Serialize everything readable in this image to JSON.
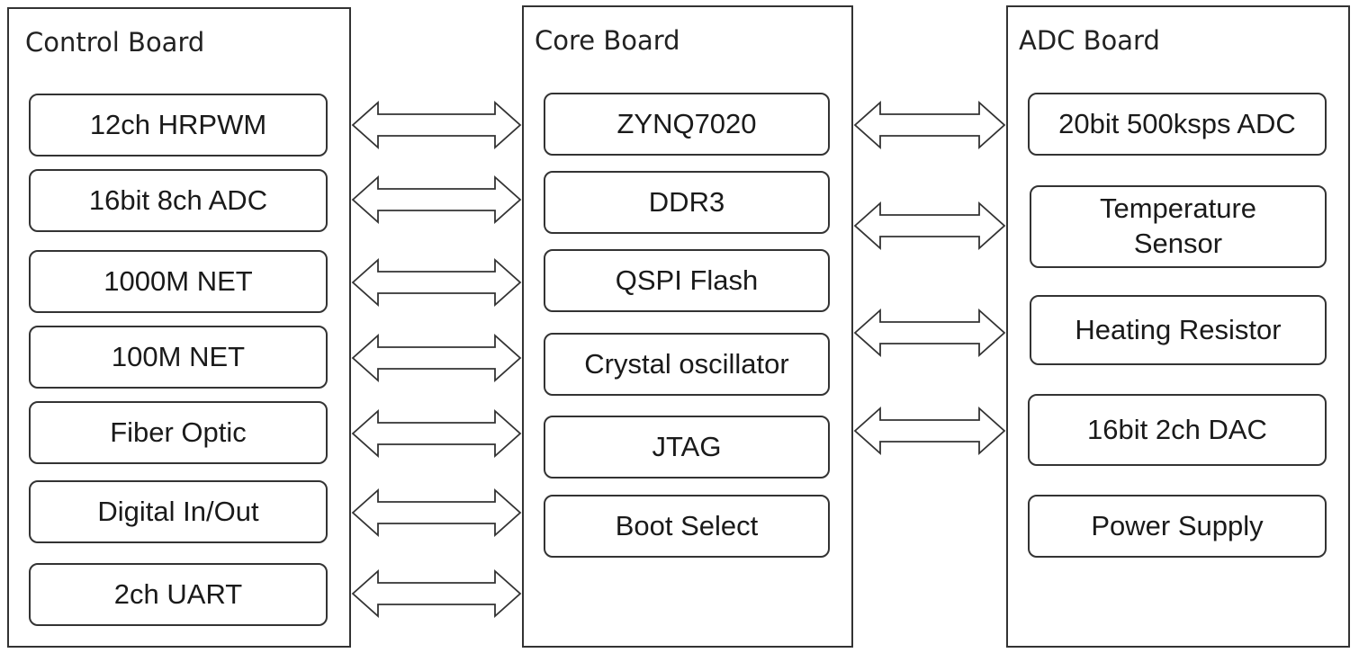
{
  "boards": {
    "control": {
      "title": "Control Board",
      "blocks": [
        "12ch HRPWM",
        "16bit 8ch ADC",
        "1000M NET",
        "100M NET",
        "Fiber Optic",
        "Digital In/Out",
        "2ch UART"
      ]
    },
    "core": {
      "title": "Core Board",
      "blocks": [
        "ZYNQ7020",
        "DDR3",
        "QSPI Flash",
        "Crystal oscillator",
        "JTAG",
        "Boot Select"
      ]
    },
    "adc": {
      "title": "ADC Board",
      "blocks": [
        "20bit 500ksps ADC",
        "Temperature\nSensor",
        "Heating Resistor",
        "16bit 2ch DAC",
        "Power Supply"
      ]
    }
  },
  "connections": {
    "control_core": 7,
    "core_adc": 4,
    "style": "double-headed hollow arrow"
  },
  "colors": {
    "stroke": "#333333",
    "background": "#ffffff",
    "text": "#1a1a1a"
  }
}
